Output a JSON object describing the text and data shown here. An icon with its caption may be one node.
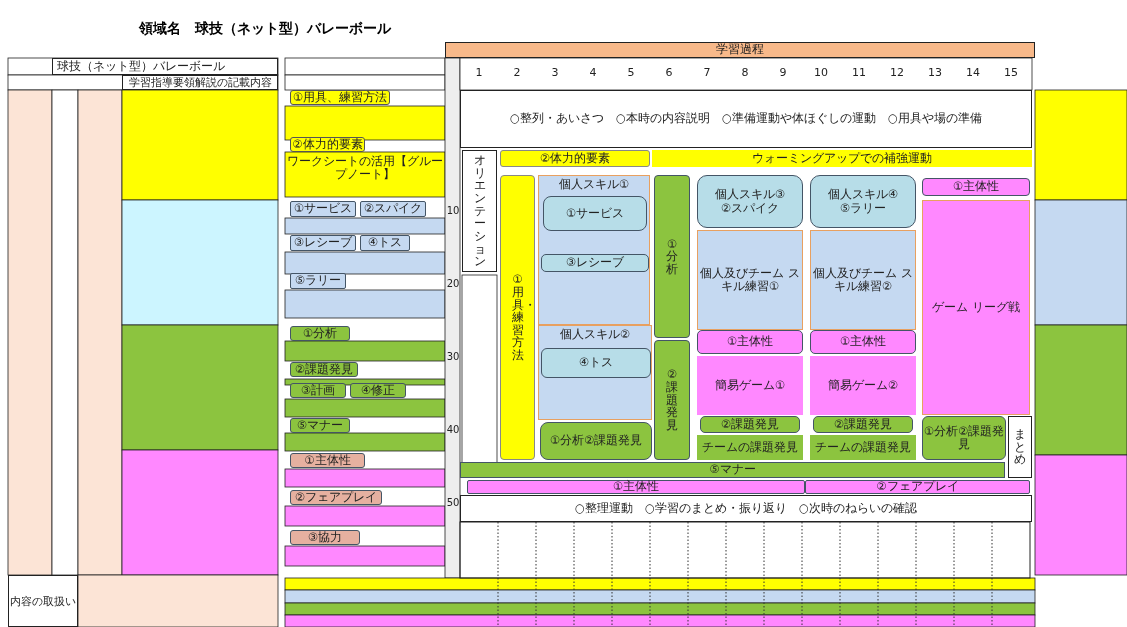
{
  "diagram": {
    "title": "領域名　球技（ネット型）バレーボール",
    "nodes": [
      {
        "text": [
          "球技（ネット型）バレーボール"
        ]
      },
      {
        "text": [
          "学習指導要領解説の記載内容"
        ]
      },
      {
        "text": [
          "①用具、練習方法"
        ]
      },
      {
        "text": [
          "②体力的要素"
        ]
      },
      {
        "text": [
          "ワークシートの活用【グループノート】"
        ]
      },
      {
        "text": [
          "①サービス"
        ]
      },
      {
        "text": [
          "②スパイク"
        ]
      },
      {
        "text": [
          "③レシーブ"
        ]
      },
      {
        "text": [
          "④トス"
        ]
      },
      {
        "text": [
          "⑤ラリー"
        ]
      },
      {
        "text": [
          "①分析"
        ]
      },
      {
        "text": [
          "②課題発見"
        ]
      },
      {
        "text": [
          "③計画"
        ]
      },
      {
        "text": [
          "④修正"
        ]
      },
      {
        "text": [
          "⑤マナー"
        ]
      },
      {
        "text": [
          "①主体性"
        ]
      },
      {
        "text": [
          "②フェアプレイ"
        ]
      },
      {
        "text": [
          "③協力"
        ]
      },
      {
        "text": [
          "内容の取扱い"
        ]
      },
      {
        "text": [
          "学習過程"
        ]
      },
      {
        "text": [
          "○整列・あいさつ　○本時の内容説明　○準備運動や体ほぐしの運動　○用具や場の準備"
        ]
      },
      {
        "text": [
          "②体力的要素"
        ]
      },
      {
        "text": [
          "ウォーミングアップでの補強運動"
        ]
      },
      {
        "text": [
          "オリエンテーション"
        ]
      },
      {
        "text": [
          "①用具・練習方法"
        ]
      },
      {
        "text": [
          "個人スキル①"
        ]
      },
      {
        "text": [
          "①サービス"
        ],
        "in": 25
      },
      {
        "text": [
          "③レシーブ"
        ],
        "in": 25
      },
      {
        "text": [
          "個人スキル②"
        ]
      },
      {
        "text": [
          "④トス"
        ],
        "in": 28
      },
      {
        "text": [
          "①分析"
        ]
      },
      {
        "text": [
          "②課題発見"
        ]
      },
      {
        "text": [
          "個人スキル③",
          "②スパイク"
        ]
      },
      {
        "text": [
          "個人スキル④",
          "⑤ラリー"
        ]
      },
      {
        "text": [
          "①主体性"
        ]
      },
      {
        "text": [
          "個人及びチーム スキル練習①"
        ]
      },
      {
        "text": [
          "個人及びチーム スキル練習②"
        ]
      },
      {
        "text": [
          "ゲーム リーグ戦"
        ]
      },
      {
        "text": [
          "①主体性"
        ]
      },
      {
        "text": [
          "①主体性"
        ]
      },
      {
        "text": [
          "簡易ゲーム①"
        ]
      },
      {
        "text": [
          "簡易ゲーム②"
        ]
      },
      {
        "text": [
          "①分析②課題発見"
        ]
      },
      {
        "text": [
          "②課題発見"
        ]
      },
      {
        "text": [
          "②課題発見"
        ]
      },
      {
        "text": [
          "①分析②課題発見"
        ]
      },
      {
        "text": [
          "チームの課題発見"
        ]
      },
      {
        "text": [
          "チームの課題発見"
        ]
      },
      {
        "text": [
          "まとめ"
        ]
      },
      {
        "text": [
          "⑤マナー"
        ]
      },
      {
        "text": [
          "①主体性"
        ]
      },
      {
        "text": [
          "②フェアプレイ"
        ]
      },
      {
        "text": [
          "○整理運動　○学習のまとめ・振り返り　○次時のねらいの確認"
        ]
      }
    ],
    "labels": [
      "1",
      "2",
      "3",
      "4",
      "5",
      "6",
      "7",
      "8",
      "9",
      "10",
      "11",
      "12",
      "13",
      "14",
      "15",
      "10",
      "20",
      "30",
      "40",
      "50"
    ]
  }
}
